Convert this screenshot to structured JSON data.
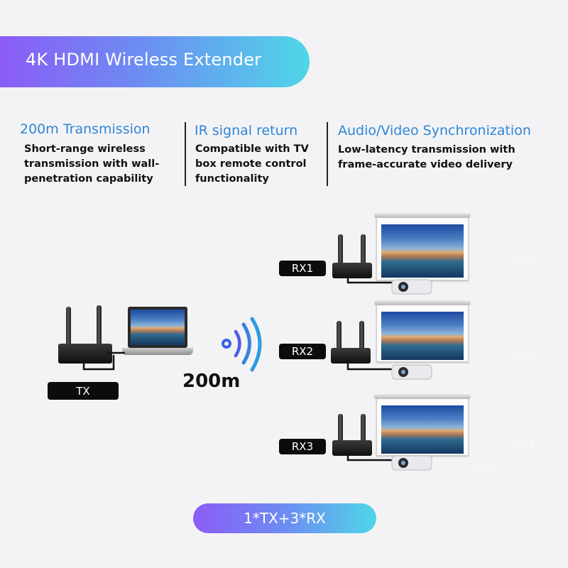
{
  "header": {
    "title": "4K HDMI Wireless Extender"
  },
  "features": [
    {
      "title": "200m Transmission",
      "desc": [
        "Short-range wireless",
        "transmission with wall-",
        "penetration capability"
      ]
    },
    {
      "title": "IR signal return",
      "desc": [
        "Compatible with TV",
        "box remote control",
        "functionality"
      ]
    },
    {
      "title": "Audio/Video Synchronization",
      "desc": [
        "Low-latency transmission with",
        "frame-accurate video delivery"
      ]
    }
  ],
  "diagram": {
    "tx_label": "TX",
    "distance": "200m",
    "receivers": [
      "RX1",
      "RX2",
      "RX3"
    ],
    "ghost_labels": [
      "RX5",
      "RX6",
      "RX7",
      "RX8"
    ]
  },
  "footer": {
    "config": "1*TX+3*RX"
  },
  "colors": {
    "accent_start": "#8b5cf6",
    "accent_end": "#4fd6e8",
    "feature_title": "#2f86d6",
    "signal": "#3b63e8"
  }
}
